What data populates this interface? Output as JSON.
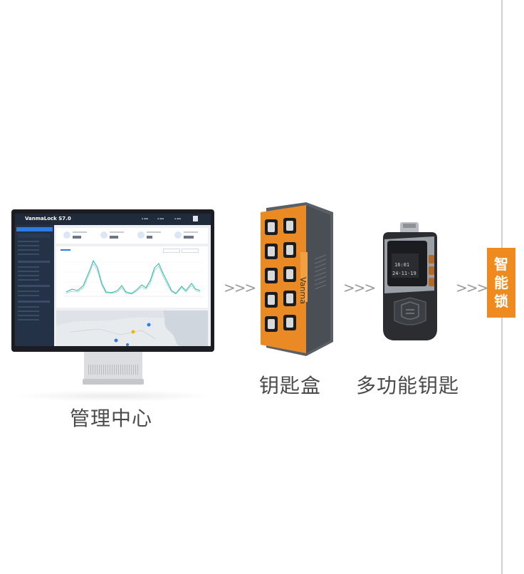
{
  "captions": {
    "management_center": "管理中心",
    "key_box": "钥匙盒",
    "multi_key": "多功能钥匙"
  },
  "side_tag": [
    "智",
    "能",
    "锁"
  ],
  "arrows": ">>>",
  "monitor_app": {
    "title": "VanmaLock S7.0"
  },
  "key_box_brand": "Vanma",
  "key_display": {
    "time": "16:01",
    "date": "24-11-19"
  },
  "colors": {
    "accent_orange": "#ef8a1e",
    "app_dark": "#1f2a3a",
    "app_blue": "#2f7be5",
    "chart_teal": "#2bb3a6"
  },
  "icons": [
    "monitor-icon",
    "key-box-icon",
    "electronic-key-icon",
    "chevron-arrows-icon"
  ]
}
